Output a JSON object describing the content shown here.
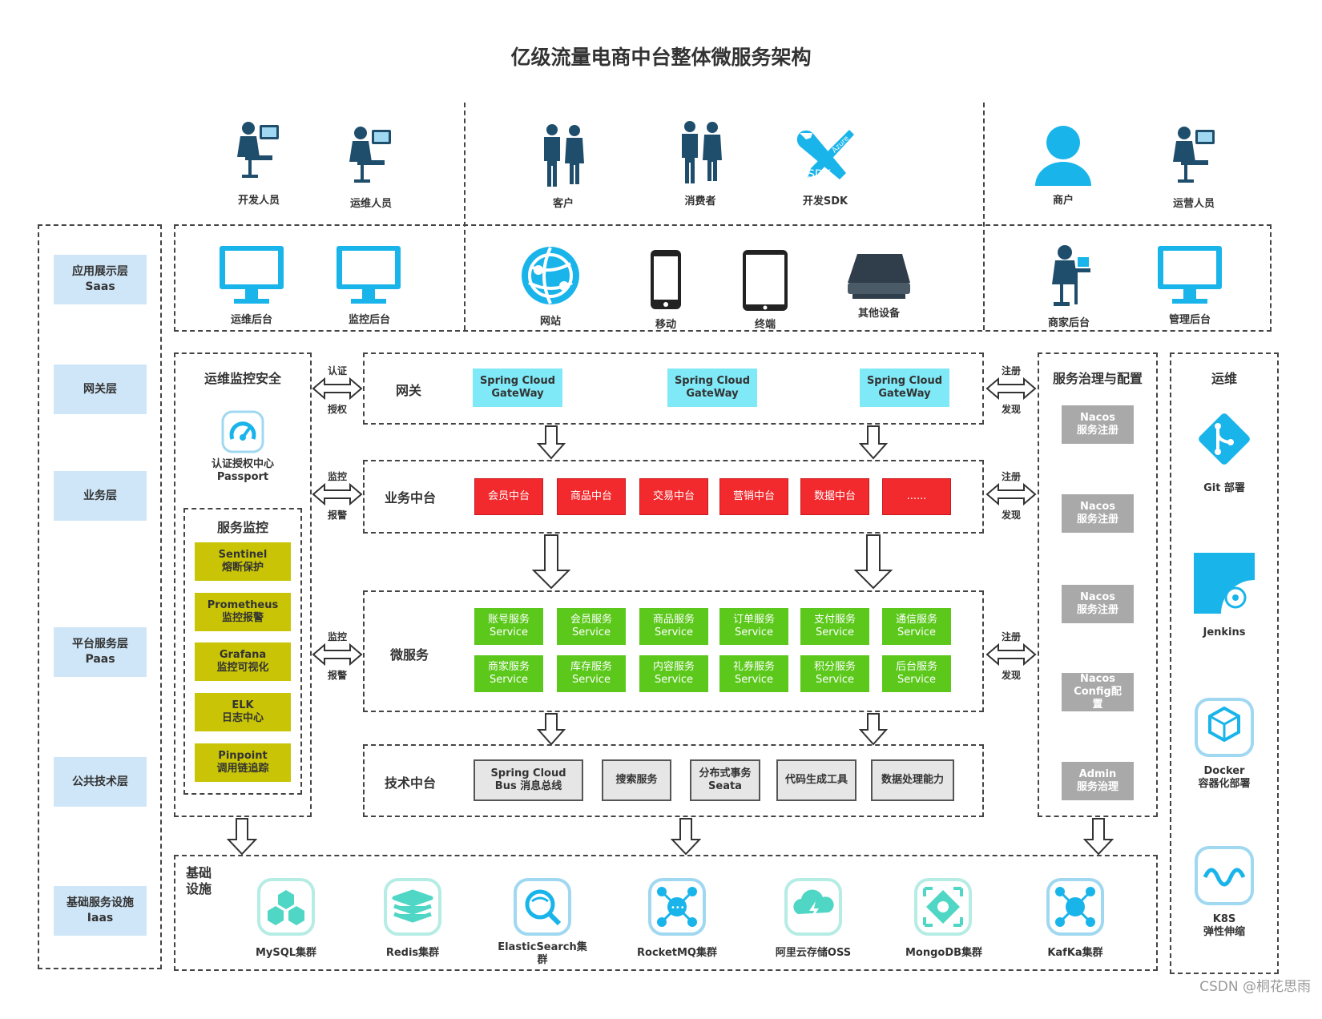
{
  "title": "亿级流量电商中台整体微服务架构",
  "users": [
    {
      "label": "开发人员",
      "icon": "developer-icon"
    },
    {
      "label": "运维人员",
      "icon": "operator-icon"
    },
    {
      "label": "客户",
      "icon": "customer-icon"
    },
    {
      "label": "消费者",
      "icon": "consumer-icon"
    },
    {
      "label": "开发SDK",
      "icon": "sdk-tools-icon",
      "badge1": "SDK",
      "badge2": "Azure"
    },
    {
      "label": "商户",
      "icon": "merchant-icon"
    },
    {
      "label": "运营人员",
      "icon": "operations-staff-icon"
    }
  ],
  "layers": [
    {
      "line1": "应用展示层",
      "line2": "Saas"
    },
    {
      "line1": "网关层",
      "line2": ""
    },
    {
      "line1": "业务层",
      "line2": ""
    },
    {
      "line1": "平台服务层",
      "line2": "Paas"
    },
    {
      "line1": "公共技术层",
      "line2": ""
    },
    {
      "line1": "基础服务设施",
      "line2": "Iaas"
    }
  ],
  "apps": [
    {
      "label": "运维后台",
      "icon": "monitor-icon"
    },
    {
      "label": "监控后台",
      "icon": "monitor-icon"
    },
    {
      "label": "网站",
      "icon": "globe-icon"
    },
    {
      "label": "移动",
      "icon": "smartphone-icon"
    },
    {
      "label": "终端",
      "icon": "tablet-icon"
    },
    {
      "label": "其他设备",
      "icon": "scanner-icon"
    },
    {
      "label": "商家后台",
      "icon": "merchant-desk-icon"
    },
    {
      "label": "管理后台",
      "icon": "monitor-icon"
    }
  ],
  "security": {
    "title": "运维监控安全",
    "passport": {
      "line1": "认证授权中心",
      "line2": "Passport"
    },
    "monitor_title": "服务监控",
    "monitors": [
      {
        "line1": "Sentinel",
        "line2": "熔断保护"
      },
      {
        "line1": "Prometheus",
        "line2": "监控报警"
      },
      {
        "line1": "Grafana",
        "line2": "监控可视化"
      },
      {
        "line1": "ELK",
        "line2": "日志中心"
      },
      {
        "line1": "Pinpoint",
        "line2": "调用链追踪"
      }
    ]
  },
  "left_arrows": [
    {
      "top": "认证",
      "bottom": "授权"
    },
    {
      "top": "监控",
      "bottom": "报警"
    },
    {
      "top": "监控",
      "bottom": "报警"
    }
  ],
  "right_arrows": [
    {
      "top": "注册",
      "bottom": "发现"
    },
    {
      "top": "注册",
      "bottom": "发现"
    },
    {
      "top": "注册",
      "bottom": "发现"
    }
  ],
  "gateway": {
    "label": "网关",
    "items": [
      {
        "line1": "Spring Cloud",
        "line2": "GateWay"
      },
      {
        "line1": "Spring Cloud",
        "line2": "GateWay"
      },
      {
        "line1": "Spring Cloud",
        "line2": "GateWay"
      }
    ]
  },
  "business": {
    "label": "业务中台",
    "items": [
      "会员中台",
      "商品中台",
      "交易中台",
      "营销中台",
      "数据中台",
      "......"
    ]
  },
  "micro": {
    "label": "微服务",
    "items": [
      {
        "line1": "账号服务",
        "line2": "Service"
      },
      {
        "line1": "会员服务",
        "line2": "Service"
      },
      {
        "line1": "商品服务",
        "line2": "Service"
      },
      {
        "line1": "订单服务",
        "line2": "Service"
      },
      {
        "line1": "支付服务",
        "line2": "Service"
      },
      {
        "line1": "通信服务",
        "line2": "Service"
      },
      {
        "line1": "商家服务",
        "line2": "Service"
      },
      {
        "line1": "库存服务",
        "line2": "Service"
      },
      {
        "line1": "内容服务",
        "line2": "Service"
      },
      {
        "line1": "礼券服务",
        "line2": "Service"
      },
      {
        "line1": "积分服务",
        "line2": "Service"
      },
      {
        "line1": "后台服务",
        "line2": "Service"
      }
    ]
  },
  "tech": {
    "label": "技术中台",
    "items": [
      {
        "line1": "Spring Cloud",
        "line2": "Bus 消息总线"
      },
      {
        "line1": "搜索服务",
        "line2": ""
      },
      {
        "line1": "分布式事务",
        "line2": "Seata"
      },
      {
        "line1": "代码生成工具",
        "line2": ""
      },
      {
        "line1": "数据处理能力",
        "line2": ""
      }
    ]
  },
  "governance": {
    "title": "服务治理与配置",
    "items": [
      {
        "line1": "Nacos",
        "line2": "服务注册",
        "line3": ""
      },
      {
        "line1": "Nacos",
        "line2": "服务注册",
        "line3": ""
      },
      {
        "line1": "Nacos",
        "line2": "服务注册",
        "line3": ""
      },
      {
        "line1": "Nacos",
        "line2": "Config配",
        "line3": "置"
      },
      {
        "line1": "Admin",
        "line2": "服务治理",
        "line3": ""
      }
    ]
  },
  "ops": {
    "title": "运维",
    "items": [
      {
        "line1": "Git 部署",
        "line2": "",
        "icon": "git-icon"
      },
      {
        "line1": "Jenkins",
        "line2": "",
        "icon": "jenkins-icon"
      },
      {
        "line1": "Docker",
        "line2": "容器化部署",
        "icon": "docker-icon"
      },
      {
        "line1": "K8S",
        "line2": "弹性伸缩",
        "icon": "k8s-icon"
      }
    ]
  },
  "infra": {
    "title_line1": "基础",
    "title_line2": "设施",
    "items": [
      {
        "line1": "MySQL集群",
        "line2": "",
        "icon": "mysql-icon"
      },
      {
        "line1": "Redis集群",
        "line2": "",
        "icon": "redis-icon"
      },
      {
        "line1": "ElasticSearch集",
        "line2": "群",
        "icon": "elasticsearch-icon"
      },
      {
        "line1": "RocketMQ集群",
        "line2": "",
        "icon": "rocketmq-icon"
      },
      {
        "line1": "阿里云存储OSS",
        "line2": "",
        "icon": "oss-icon"
      },
      {
        "line1": "MongoDB集群",
        "line2": "",
        "icon": "mongodb-icon"
      },
      {
        "line1": "KafKa集群",
        "line2": "",
        "icon": "kafka-icon"
      }
    ]
  },
  "colors": {
    "accent_blue": "#18b4ea",
    "layer_bg": "#cfe6f8",
    "gateway": "#7fe9f7",
    "business": "#f2292d",
    "micro": "#5cc81c",
    "monitor": "#c9c506",
    "governance": "#a9a9a9",
    "infra_icon": "#4fd6c4"
  },
  "watermark": "CSDN @桐花思雨"
}
